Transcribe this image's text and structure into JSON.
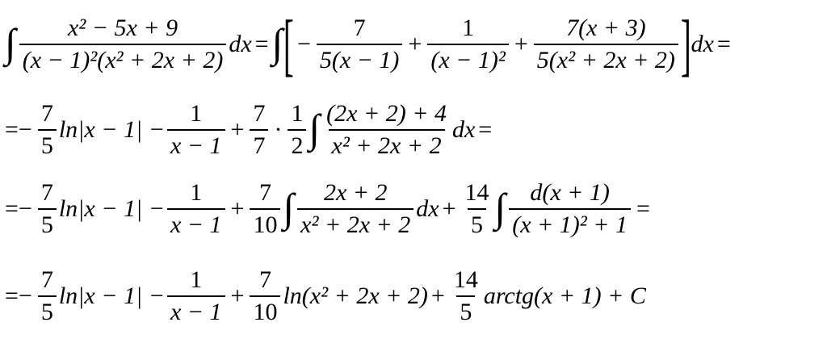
{
  "l1": {
    "int": "∫",
    "f1_num": "x² − 5x + 9",
    "f1_den_a": "(x − 1)²",
    "f1_den_b": "(x² + 2x + 2)",
    "dx": "dx",
    "eq": "=",
    "int2": "∫",
    "lb": "[",
    "minus": "−",
    "f2_num": "7",
    "f2_den": "5(x − 1)",
    "plus1": "+",
    "f3_num": "1",
    "f3_den": "(x − 1)²",
    "plus2": "+",
    "f4_num": "7(x + 3)",
    "f4_den": "5(x² + 2x + 2)",
    "rb": "]",
    "dx2": "dx",
    "eq2": "="
  },
  "l2": {
    "eqm": "=−",
    "c1_num": "7",
    "c1_den": "5",
    "ln1": "ln|x − 1| −",
    "c2_num": "1",
    "c2_den": "x − 1",
    "plus": "+",
    "c3_num": "7",
    "c3_den": "7",
    "dot": "·",
    "c4_num": "1",
    "c4_den": "2",
    "int": "∫",
    "f_num": "(2x + 2) + 4",
    "f_den": "x² + 2x + 2",
    "dx": "dx",
    "eq": "="
  },
  "l3": {
    "eqm": "=−",
    "c1_num": "7",
    "c1_den": "5",
    "ln1": "ln|x − 1| −",
    "c2_num": "1",
    "c2_den": "x − 1",
    "plus": "+",
    "c3_num": "7",
    "c3_den": "10",
    "int": "∫",
    "f_num": "2x + 2",
    "f_den": "x² + 2x + 2",
    "dx": "dx",
    "plus2": "+",
    "c4_num": "14",
    "c4_den": "5",
    "int2": "∫",
    "g_num": "d(x + 1)",
    "g_den": "(x + 1)² + 1",
    "eq": "="
  },
  "l4": {
    "eqm": "=−",
    "c1_num": "7",
    "c1_den": "5",
    "ln1": "ln|x − 1| −",
    "c2_num": "1",
    "c2_den": "x − 1",
    "plus": "+",
    "c3_num": "7",
    "c3_den": "10",
    "ln2": "ln(x² + 2x + 2)",
    "plus2": "+",
    "c4_num": "14",
    "c4_den": "5",
    "arctg": "arctg(x + 1) + C"
  }
}
